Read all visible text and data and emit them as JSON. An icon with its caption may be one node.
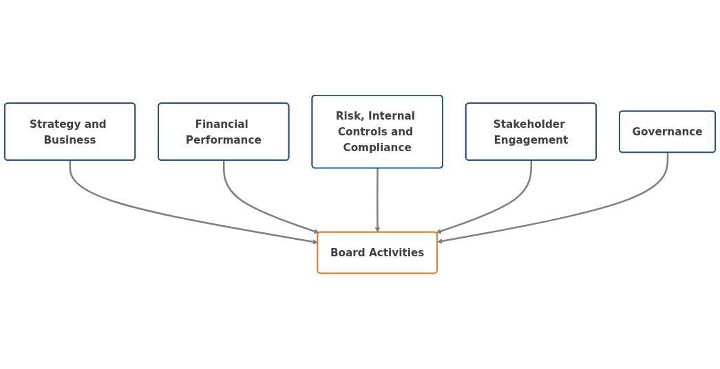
{
  "diagram": {
    "nodes": [
      {
        "text": [
          "Strategy and Business"
        ]
      },
      {
        "text": [
          "Financial Performance"
        ]
      },
      {
        "text": [
          "Risk, Internal Controls and Compliance"
        ]
      },
      {
        "text": [
          "Board Activities"
        ]
      },
      {
        "text": [
          "Stakeholder Engagement"
        ]
      },
      {
        "text": [
          "Governance"
        ]
      }
    ],
    "edges": [
      {
        "from": 0,
        "to": 3,
        "arrow": "to"
      },
      {
        "from": 1,
        "to": 3,
        "arrow": "to"
      },
      {
        "from": 2,
        "to": 3,
        "arrow": "to"
      },
      {
        "from": 4,
        "to": 3,
        "arrow": "to"
      },
      {
        "from": 5,
        "to": 3,
        "arrow": "to"
      }
    ]
  }
}
